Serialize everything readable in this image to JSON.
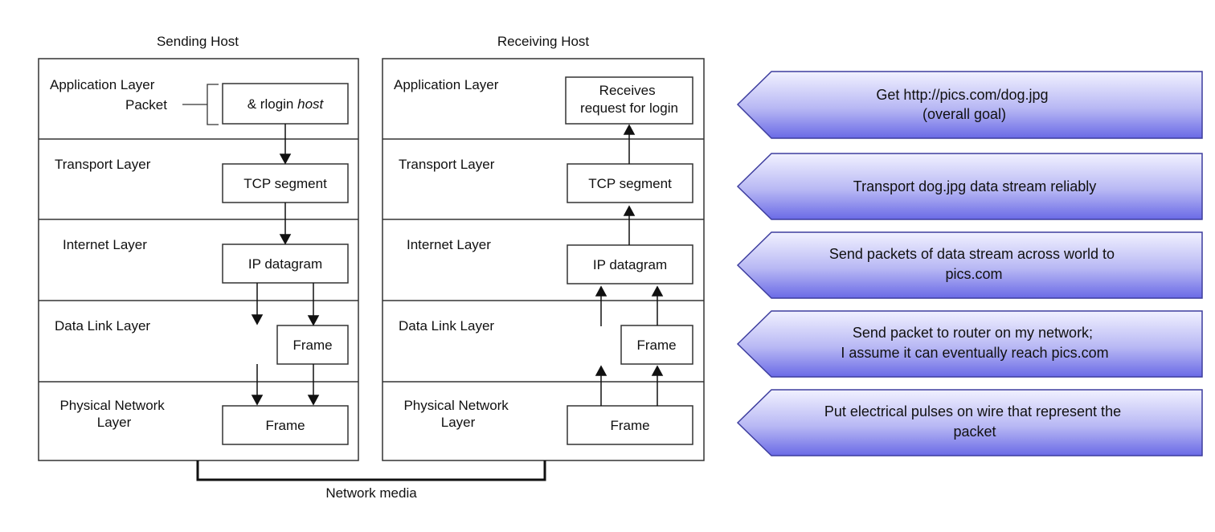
{
  "sending": {
    "title": "Sending Host",
    "layers": {
      "application": [
        "Application Layer"
      ],
      "packet_label": "Packet",
      "transport": [
        "Transport Layer"
      ],
      "internet": [
        "Internet Layer"
      ],
      "datalink": [
        "Data Link Layer"
      ],
      "physical": [
        "Physical Network",
        "Layer"
      ]
    },
    "boxes": {
      "app": {
        "prefix": "& rlogin ",
        "emph": "host"
      },
      "transport": "TCP segment",
      "internet": "IP datagram",
      "datalink": "Frame",
      "physical": "Frame"
    }
  },
  "receiving": {
    "title": "Receiving Host",
    "layers": {
      "application": [
        "Application Layer"
      ],
      "transport": [
        "Transport Layer"
      ],
      "internet": [
        "Internet Layer"
      ],
      "datalink": [
        "Data Link Layer"
      ],
      "physical": [
        "Physical Network",
        "Layer"
      ]
    },
    "boxes": {
      "app": [
        "Receives",
        "request for login"
      ],
      "transport": "TCP segment",
      "internet": "IP datagram",
      "datalink": "Frame",
      "physical": "Frame"
    }
  },
  "network_media_label": "Network media",
  "goals": [
    [
      "Get http://pics.com/dog.jpg",
      "(overall goal)"
    ],
    [
      "Transport dog.jpg data stream reliably"
    ],
    [
      "Send packets of data stream across world to",
      "pics.com"
    ],
    [
      "Send packet to router on my network;",
      "I assume it can eventually reach pics.com"
    ],
    [
      "Put electrical pulses on wire that represent the",
      "packet"
    ]
  ],
  "colors": {
    "goal_fill_top": "#f1f1ff",
    "goal_fill_bottom": "#6a6ae6",
    "goal_stroke": "#3d3d9e",
    "line": "#333333"
  }
}
